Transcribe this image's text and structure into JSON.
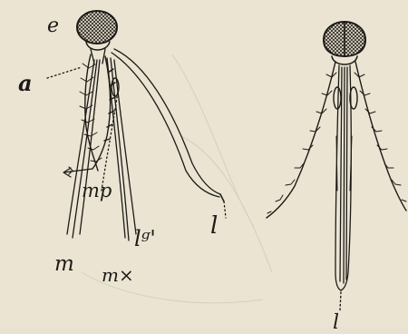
{
  "labels": {
    "e": "e",
    "a": "a",
    "mp": "mp",
    "lg": "lᵍ'",
    "l": "l",
    "m": "m",
    "mx": "m×",
    "l_right": "l"
  }
}
